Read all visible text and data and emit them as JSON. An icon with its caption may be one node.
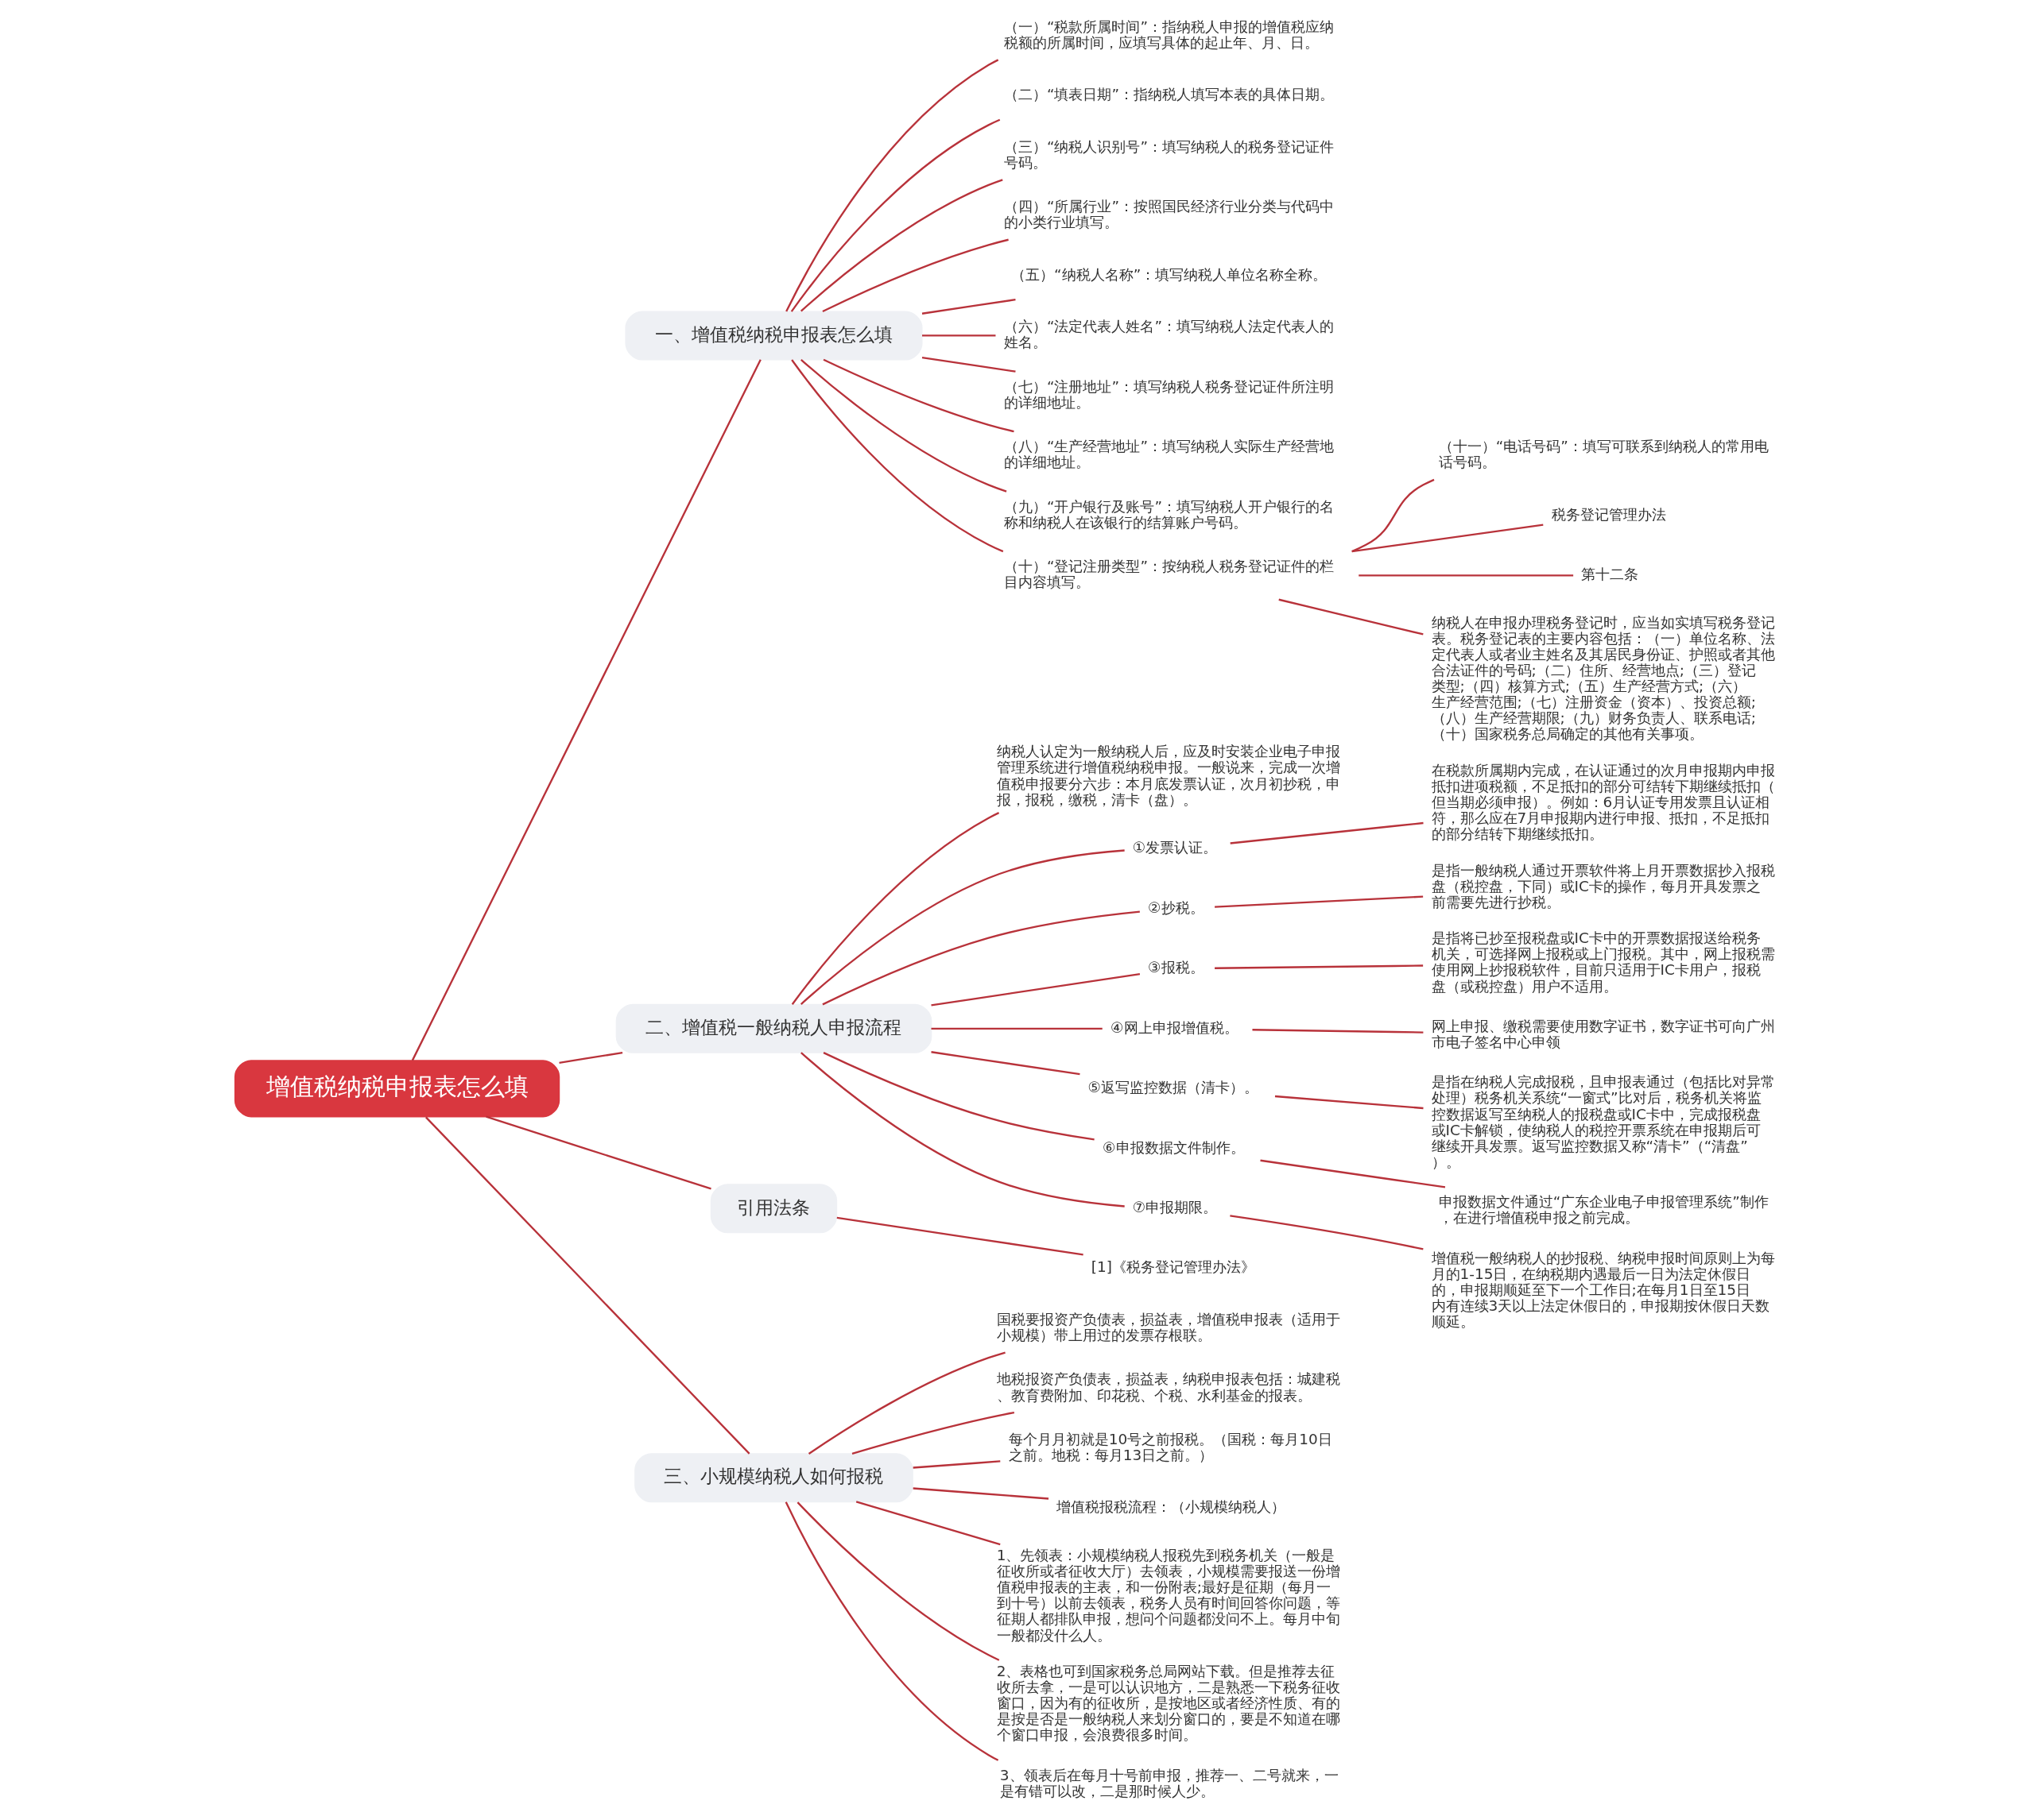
{
  "diagram": {
    "nodes": [
      {
        "text": [
          "增值税纳税申报表怎么填"
        ]
      },
      {
        "text": [
          "一、增值税纳税申报表怎么填"
        ]
      },
      {
        "text": [
          "（一）“税款所属时间”：指纳税人申报的增值税应纳税额的所属时间，应填写具体的起止年、月、日。"
        ]
      },
      {
        "text": [
          "（二）“填表日期”：指纳税人填写本表的具体日期。"
        ]
      },
      {
        "text": [
          "（三）“纳税人识别号”：填写纳税人的税务登记证件号码。"
        ]
      },
      {
        "text": [
          "（四）“所属行业”：按照国民经济行业分类与代码中的小类行业填写。"
        ]
      },
      {
        "text": [
          "（五）“纳税人名称”：填写纳税人单位名称全称。"
        ]
      },
      {
        "text": [
          "（六）“法定代表人姓名”：填写纳税人法定代表人的姓名。"
        ]
      },
      {
        "text": [
          "（七）“注册地址”：填写纳税人税务登记证件所注明的详细地址。"
        ]
      },
      {
        "text": [
          "（八）“生产经营地址”：填写纳税人实际生产经营地的详细地址。"
        ]
      },
      {
        "text": [
          "（九）“开户银行及账号”：填写纳税人开户银行的名称和纳税人在该银行的结算账户号码。"
        ]
      },
      {
        "text": [
          "（十）“登记注册类型”：按纳税人税务登记证件的栏目内容填写。"
        ]
      },
      {
        "text": [
          "（十一）“电话号码”：填写可联系到纳税人的常用电话号码。"
        ]
      },
      {
        "text": [
          "税务登记管理办法"
        ]
      },
      {
        "text": [
          "第十二条"
        ]
      },
      {
        "text": [
          "纳税人在申报办理税务登记时，应当如实填写税务登记表。税务登记表的主要内容包括：（一）单位名称、法定代表人或者业主姓名及其居民身份证、护照或者其他合法证件的号码;（二）住所、经营地点;（三）登记类型;（四）核算方式;（五）生产经营方式;（六）生产经营范围;（七）注册资金（资本）、投资总额;（八）生产经营期限;（九）财务负责人、联系电话;（十）国家税务总局确定的其他有关事项。"
        ]
      },
      {
        "text": [
          "二、增值税一般纳税人申报流程"
        ]
      },
      {
        "text": [
          "纳税人认定为一般纳税人后，应及时安装企业电子申报管理系统进行增值税纳税申报。一般说来，完成一次增值税申报要分六步：本月底发票认证，次月初抄税，申报，报税，缴税，清卡（盘）。"
        ]
      },
      {
        "text": [
          "①发票认证。"
        ]
      },
      {
        "text": [
          "在税款所属期内完成，在认证通过的次月申报期内申报抵扣进项税额，不足抵扣的部分可结转下期继续抵扣（但当期必须申报）。例如：6月认证专用发票且认证相符，那么应在7月申报期内进行申报、抵扣，不足抵扣的部分结转下期继续抵扣。"
        ]
      },
      {
        "text": [
          "②抄税。"
        ]
      },
      {
        "text": [
          "是指一般纳税人通过开票软件将上月开票数据抄入报税盘（税控盘，下同）或IC卡的操作，每月开具发票之前需要先进行抄税。"
        ]
      },
      {
        "text": [
          "③报税。"
        ]
      },
      {
        "text": [
          "是指将已抄至报税盘或IC卡中的开票数据报送给税务机关，可选择网上报税或上门报税。其中，网上报税需使用网上抄报税软件，目前只适用于IC卡用户，报税盘（或税控盘）用户不适用。"
        ]
      },
      {
        "text": [
          "④网上申报增值税。"
        ]
      },
      {
        "text": [
          "网上申报、缴税需要使用数字证书，数字证书可向广州市电子签名中心申领"
        ]
      },
      {
        "text": [
          "⑤返写监控数据（清卡）。"
        ]
      },
      {
        "text": [
          "是指在纳税人完成报税，且申报表通过（包括比对异常处理）税务机关系统“一窗式”比对后，税务机关将监控数据返写至纳税人的报税盘或IC卡中，完成报税盘或IC卡解锁，使纳税人的税控开票系统在申报期后可继续开具发票。返写监控数据又称“清卡”（“清盘”）。"
        ]
      },
      {
        "text": [
          "⑥申报数据文件制作。"
        ]
      },
      {
        "text": [
          "申报数据文件通过“广东企业电子申报管理系统”制作，在进行增值税申报之前完成。"
        ]
      },
      {
        "text": [
          "⑦申报期限。"
        ]
      },
      {
        "text": [
          "增值税一般纳税人的抄报税、纳税申报时间原则上为每月的1-15日，在纳税期内遇最后一日为法定休假日的，申报期顺延至下一个工作日;在每月1日至15日内有连续3天以上法定休假日的，申报期按休假日天数顺延。"
        ]
      },
      {
        "text": [
          "引用法条"
        ]
      },
      {
        "text": [
          "[1]《税务登记管理办法》"
        ]
      },
      {
        "text": [
          "三、小规模纳税人如何报税"
        ]
      },
      {
        "text": [
          "国税要报资产负债表，损益表，增值税申报表（适用于小规模）带上用过的发票存根联。"
        ]
      },
      {
        "text": [
          "地税报资产负债表，损益表，纳税申报表包括：城建税、教育费附加、印花税、个税、水利基金的报表。"
        ]
      },
      {
        "text": [
          "每个月月初就是10号之前报税。（国税：每月10日之前。地税：每月13日之前。）"
        ]
      },
      {
        "text": [
          "增值税报税流程：（小规模纳税人）"
        ]
      },
      {
        "text": [
          "1、先领表：小规模纳税人报税先到税务机关（一般是征收所或者征收大厅）去领表，小规模需要报送一份增值税申报表的主表，和一份附表;最好是征期（每月一到十号）以前去领表，税务人员有时间回答你问题，等征期人都排队申报，想问个问题都没问不上。每月中旬一般都没什么人。"
        ]
      },
      {
        "text": [
          "2、表格也可到国家税务总局网站下载。但是推荐去征收所去拿，一是可以认识地方，二是熟悉一下税务征收窗口，因为有的征收所，是按地区或者经济性质、有的是按是否是一般纳税人来划分窗口的，要是不知道在哪个窗口申报，会浪费很多时间。"
        ]
      },
      {
        "text": [
          "3、领表后在每月十号前申报，推荐一、二号就来，一是有错可以改，二是那时候人少。"
        ]
      }
    ],
    "edges": [
      {
        "from": 0,
        "to": 1,
        "arrow": "none"
      },
      {
        "from": 1,
        "to": 2,
        "arrow": "none"
      },
      {
        "from": 1,
        "to": 3,
        "arrow": "none"
      },
      {
        "from": 1,
        "to": 4,
        "arrow": "none"
      },
      {
        "from": 1,
        "to": 5,
        "arrow": "none"
      },
      {
        "from": 1,
        "to": 6,
        "arrow": "none"
      },
      {
        "from": 1,
        "to": 7,
        "arrow": "none"
      },
      {
        "from": 1,
        "to": 8,
        "arrow": "none"
      },
      {
        "from": 1,
        "to": 9,
        "arrow": "none"
      },
      {
        "from": 1,
        "to": 10,
        "arrow": "none"
      },
      {
        "from": 1,
        "to": 11,
        "arrow": "none"
      },
      {
        "from": 11,
        "to": 12,
        "arrow": "none"
      },
      {
        "from": 11,
        "to": 13,
        "arrow": "none"
      },
      {
        "from": 11,
        "to": 14,
        "arrow": "none"
      },
      {
        "from": 11,
        "to": 15,
        "arrow": "none"
      },
      {
        "from": 0,
        "to": 16,
        "arrow": "none"
      },
      {
        "from": 16,
        "to": 17,
        "arrow": "none"
      },
      {
        "from": 16,
        "to": 18,
        "arrow": "none"
      },
      {
        "from": 18,
        "to": 19,
        "arrow": "none"
      },
      {
        "from": 16,
        "to": 20,
        "arrow": "none"
      },
      {
        "from": 20,
        "to": 21,
        "arrow": "none"
      },
      {
        "from": 16,
        "to": 22,
        "arrow": "none"
      },
      {
        "from": 22,
        "to": 23,
        "arrow": "none"
      },
      {
        "from": 16,
        "to": 24,
        "arrow": "none"
      },
      {
        "from": 24,
        "to": 25,
        "arrow": "none"
      },
      {
        "from": 16,
        "to": 26,
        "arrow": "none"
      },
      {
        "from": 26,
        "to": 27,
        "arrow": "none"
      },
      {
        "from": 16,
        "to": 28,
        "arrow": "none"
      },
      {
        "from": 28,
        "to": 29,
        "arrow": "none"
      },
      {
        "from": 16,
        "to": 30,
        "arrow": "none"
      },
      {
        "from": 30,
        "to": 31,
        "arrow": "none"
      },
      {
        "from": 0,
        "to": 32,
        "arrow": "none"
      },
      {
        "from": 32,
        "to": 33,
        "arrow": "none"
      },
      {
        "from": 0,
        "to": 34,
        "arrow": "none"
      },
      {
        "from": 34,
        "to": 35,
        "arrow": "none"
      },
      {
        "from": 34,
        "to": 36,
        "arrow": "none"
      },
      {
        "from": 34,
        "to": 37,
        "arrow": "none"
      },
      {
        "from": 34,
        "to": 38,
        "arrow": "none"
      },
      {
        "from": 34,
        "to": 39,
        "arrow": "none"
      },
      {
        "from": 34,
        "to": 40,
        "arrow": "none"
      },
      {
        "from": 34,
        "to": 41,
        "arrow": "none"
      }
    ]
  }
}
